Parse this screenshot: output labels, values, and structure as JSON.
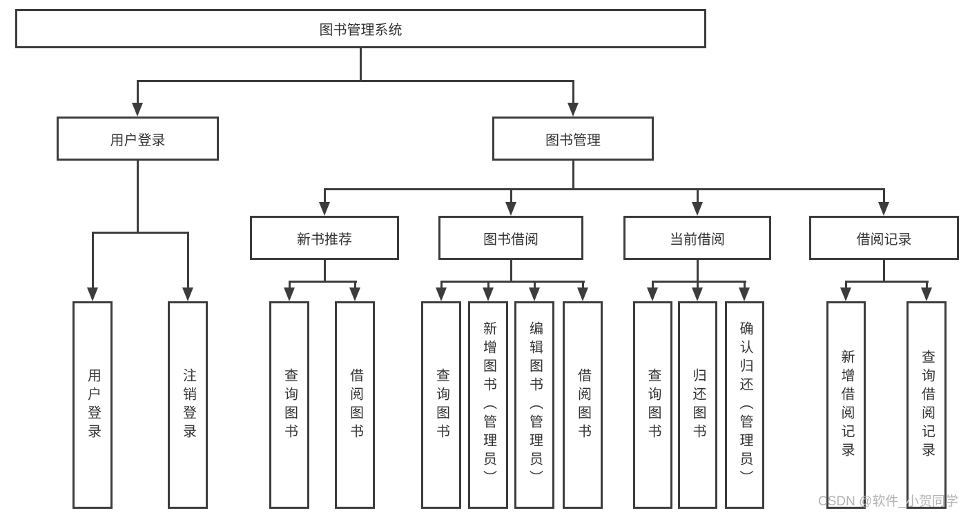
{
  "diagram": {
    "root": {
      "label": "图书管理系统"
    },
    "branches": [
      {
        "label": "用户登录",
        "children": [
          "用户登录",
          "注销登录"
        ]
      },
      {
        "label": "图书管理",
        "children": [
          {
            "label": "新书推荐",
            "children": [
              "查询图书",
              "借阅图书"
            ]
          },
          {
            "label": "图书借阅",
            "children": [
              "查询图书",
              "新增图书（管理员）",
              "编辑图书（管理员）",
              "借阅图书"
            ]
          },
          {
            "label": "当前借阅",
            "children": [
              "查询图书",
              "归还图书",
              "确认归还（管理员）"
            ]
          },
          {
            "label": "借阅记录",
            "children": [
              "新增借阅记录",
              "查询借阅记录"
            ]
          }
        ]
      }
    ]
  },
  "watermark": "CSDN @软件_小贺同学",
  "colors": {
    "line": "#3c3c3c",
    "text": "#333333",
    "watermark": "#b3b3b3",
    "background": "#ffffff"
  }
}
